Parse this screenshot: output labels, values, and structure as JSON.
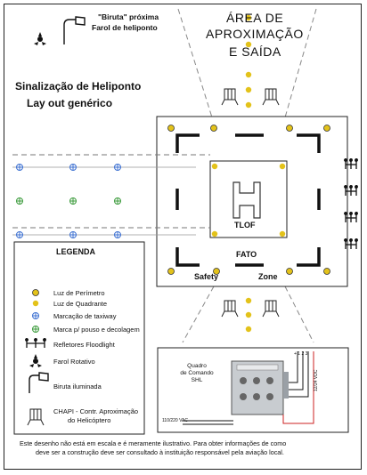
{
  "header": {
    "biruta_line1": "\"Biruta\" próxima",
    "biruta_line2": "Farol de heliponto",
    "approach_l1": "ÁREA DE",
    "approach_l2": "APROXIMAÇÃO",
    "approach_l3": "E SAÍDA"
  },
  "title": {
    "line1": "Sinalização de Heliponto",
    "line2": "Lay out genérico"
  },
  "pad": {
    "h_letter": "H",
    "tlof": "TLOF",
    "fato": "FATO",
    "safety": "Safety",
    "zone": "Zone"
  },
  "legend": {
    "title": "LEGENDA",
    "items": [
      {
        "label": "Luz de Perímetro",
        "icon": "perimeter-light-icon"
      },
      {
        "label": "Luz de Quadrante",
        "icon": "quadrant-light-icon"
      },
      {
        "label": "Marcação de taxiway",
        "icon": "taxiway-marker-icon"
      },
      {
        "label": "Marca p/ pouso e decolagem",
        "icon": "landing-marker-icon"
      },
      {
        "label": "Refletores Floodlight",
        "icon": "floodlight-icon"
      },
      {
        "label": "Farol Rotativo",
        "icon": "rotating-beacon-icon"
      },
      {
        "label": "Biruta iluminada",
        "icon": "windsock-icon"
      },
      {
        "label": "CHAPI - Contr. Aproximação do Helicóptero",
        "label_l1": "CHAPI - Contr. Aproximação",
        "label_l2": "do Helicóptero",
        "icon": "chapi-icon"
      }
    ]
  },
  "panel": {
    "label_l1": "Quadro",
    "label_l2": "de Comando",
    "label_l3": "SHL",
    "voltage_dc": "12/24 VDC",
    "voltage_ac": "110/220 VAC",
    "terminals": "+  1  2  3"
  },
  "footer": {
    "line1": "Este desenho não está em escala e é meramente ilustrativo. Para obter informações de como",
    "line2": "deve ser a construção deve ser consultado à instituição responsável pela aviação local."
  },
  "colors": {
    "perimeter": "#e3c21a",
    "taxiway": "#3b6fd1",
    "landing": "#3a9a3a",
    "line": "#111111"
  }
}
